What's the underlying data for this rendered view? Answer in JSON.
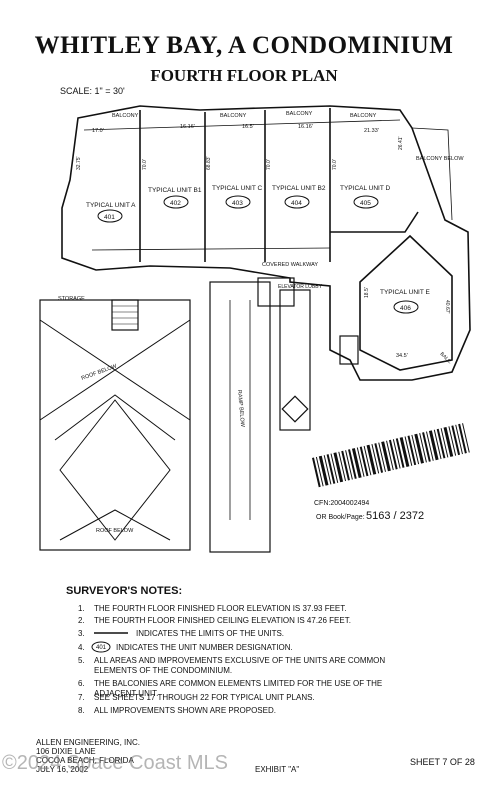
{
  "header": {
    "title": "WHITLEY BAY, A CONDOMINIUM",
    "subtitle": "FOURTH FLOOR PLAN",
    "scale": "SCALE: 1\" = 30'"
  },
  "plan": {
    "units": [
      {
        "label": "TYPICAL UNIT A",
        "number": "401"
      },
      {
        "label": "TYPICAL UNIT B1",
        "number": "402"
      },
      {
        "label": "TYPICAL UNIT C",
        "number": "403"
      },
      {
        "label": "TYPICAL UNIT B2",
        "number": "404"
      },
      {
        "label": "TYPICAL UNIT D",
        "number": "405"
      },
      {
        "label": "TYPICAL UNIT E",
        "number": "406"
      }
    ],
    "labels": {
      "balcony": "BALCONY",
      "balcony_below": "BALCONY BELOW",
      "covered_walkway": "COVERED WALKWAY",
      "elevator_lobby": "ELEVATOR LOBBY",
      "storage": "STORAGE",
      "roof_below": "ROOF BELOW",
      "ramp_below": "RAMP BELOW",
      "balc": "BALC."
    },
    "dimensions": {
      "unit_a_top": "17.0'",
      "unit_b1_top": "16.16'",
      "unit_c_top": "16.5'",
      "unit_b2_top": "16.16'",
      "unit_d_top": "21.33'",
      "unit_a_depth": "32.75'",
      "unit_b1_depth": "70.0'",
      "unit_c_depth": "68.83'",
      "unit_b2_depth": "70.0'",
      "unit_d_depth": "70.0'",
      "balcony_depth": "26.41'",
      "unit_e_top": "34.5'",
      "unit_e_side": "40.67'",
      "unit_e_left": "18.5'"
    }
  },
  "record_stamp": {
    "cfn": "CFN:2004002494",
    "book_label": "OR Book/Page:",
    "book_page": "5163 / 2372"
  },
  "notes": {
    "heading": "SURVEYOR'S NOTES:",
    "items": [
      {
        "num": "1.",
        "text": "THE FOURTH FLOOR FINISHED FLOOR ELEVATION IS 37.93 FEET."
      },
      {
        "num": "2.",
        "text": "THE FOURTH FLOOR FINISHED CEILING ELEVATION IS 47.26 FEET."
      },
      {
        "num": "3.",
        "text": "INDICATES THE LIMITS OF THE UNITS."
      },
      {
        "num": "4.",
        "badge": "401",
        "text": "INDICATES THE UNIT NUMBER DESIGNATION."
      },
      {
        "num": "5.",
        "text": "ALL AREAS AND IMPROVEMENTS EXCLUSIVE OF THE UNITS ARE COMMON ELEMENTS OF THE CONDOMINIUM."
      },
      {
        "num": "6.",
        "text": "THE BALCONIES ARE COMMON ELEMENTS LIMITED FOR THE USE OF THE ADJACENT UNIT."
      },
      {
        "num": "7.",
        "text": "SEE SHEETS 17 THROUGH 22 FOR TYPICAL UNIT PLANS."
      },
      {
        "num": "8.",
        "text": "ALL IMPROVEMENTS SHOWN ARE PROPOSED."
      }
    ]
  },
  "footer": {
    "company": "ALLEN ENGINEERING, INC.",
    "address": "106 DIXIE LANE",
    "city": "COCOA BEACH, FLORIDA",
    "date": "JULY 16, 2002",
    "exhibit": "EXHIBIT \"A\"",
    "sheet": "SHEET 7 OF 28"
  },
  "watermark": "©2024 Space Coast MLS"
}
